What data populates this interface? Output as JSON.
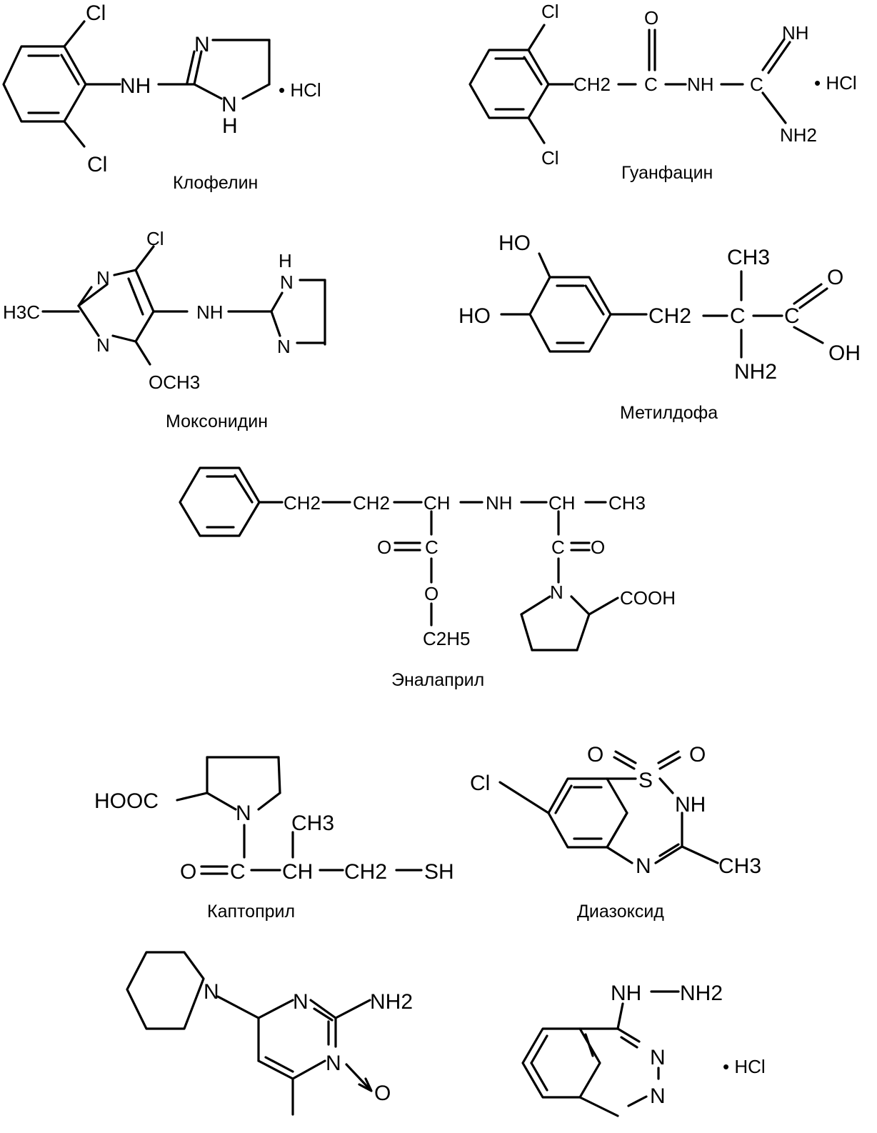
{
  "compounds": [
    {
      "id": "clonidine",
      "name": "Клофелин",
      "salt": "• HCl"
    },
    {
      "id": "guanfacine",
      "name": "Гуанфацин",
      "salt": "• HCl"
    },
    {
      "id": "moxonidine",
      "name": "Моксонидин"
    },
    {
      "id": "methyldopa",
      "name": "Метилдофа"
    },
    {
      "id": "enalapril",
      "name": "Эналаприл"
    },
    {
      "id": "captopril",
      "name": "Каптоприл"
    },
    {
      "id": "diazoxide",
      "name": "Диазоксид"
    },
    {
      "id": "minoxidil"
    },
    {
      "id": "hydralazine",
      "salt": "• HCl"
    }
  ],
  "labels": {
    "cl": "Cl",
    "nh": "NH",
    "n": "N",
    "h": "H",
    "o": "O",
    "c": "C",
    "s": "S",
    "ch": "CH",
    "ch2": "CH2",
    "ch3": "CH3",
    "nh2": "NH2",
    "oh": "OH",
    "ho": "HO",
    "sh": "SH",
    "h3c": "H3C",
    "och3": "OCH3",
    "c2h5": "C2H5",
    "cooh": "COOH",
    "hooc": "HOOC"
  }
}
